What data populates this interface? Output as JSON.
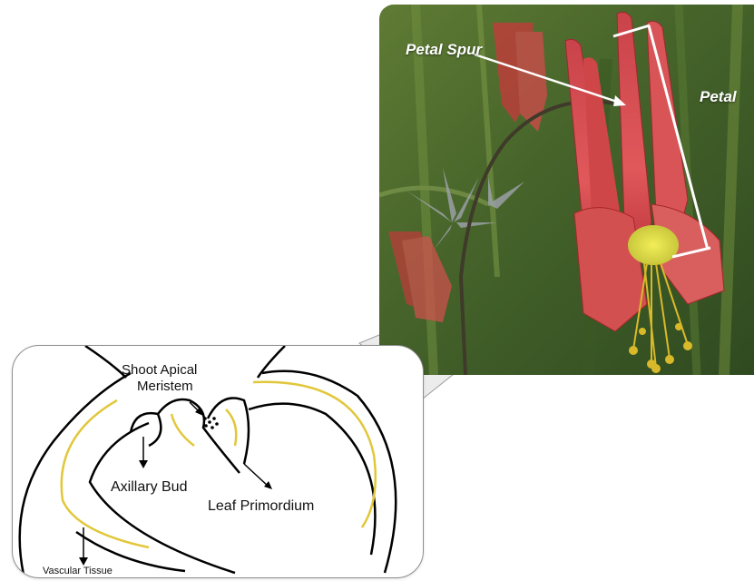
{
  "photo": {
    "label_spur": "Petal Spur",
    "label_petal": "Petal",
    "colors": {
      "petal": "#d94f4f",
      "petal_dark": "#a8262b",
      "petal_base": "#e7e14a",
      "stamen": "#d9b92a",
      "foliage": "#4d6b2c",
      "stem": "#3f3a2a",
      "arrow": "#ffffff"
    }
  },
  "diagram": {
    "labels": {
      "sam_line1": "Shoot Apical",
      "sam_line2": "Meristem",
      "axillary_bud": "Axillary Bud",
      "leaf_primordium": "Leaf Primordium",
      "vascular_tissue": "Vascular Tissue"
    },
    "colors": {
      "outline": "#000000",
      "vascular": "#e2c73a",
      "border": "#8e8e8e",
      "callout": "#9a9a9a"
    }
  }
}
